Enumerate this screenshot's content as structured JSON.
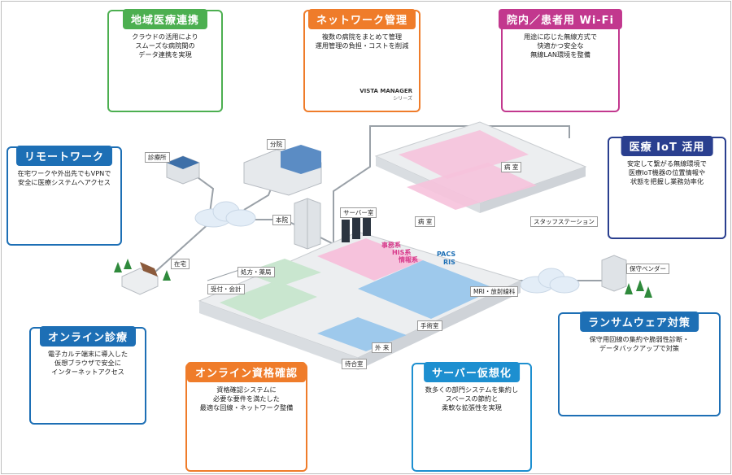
{
  "cards": {
    "regional": {
      "title": "地域医療連携",
      "desc": "クラウドの活用により\nスムーズな病院間の\nデータ連携を実現",
      "color": "#4caf50"
    },
    "network": {
      "title": "ネットワーク管理",
      "desc": "複数の病院をまとめて管理\n運用管理の負担・コストを削減",
      "color": "#ef7c2a",
      "logo": "VISTA MANAGER",
      "logo_sub": "シリーズ"
    },
    "wifi": {
      "title": "院内／患者用 Wi-Fi",
      "desc": "用途に応じた無線方式で\n快適かつ安全な\n無線LAN環境を整備",
      "color": "#c2388e"
    },
    "remote": {
      "title": "リモートワーク",
      "desc": "在宅ワークや外出先でもVPNで\n安全に医療システムへアクセス",
      "color": "#1d6fb5"
    },
    "iot": {
      "title": "医療 IoT 活用",
      "desc": "安定して繋がる無線環境で\n医療IoT機器の位置情報や\n状態を把握し業務効率化",
      "color": "#2a3f8f"
    },
    "online_care": {
      "title": "オンライン診療",
      "desc": "電子カルテ端末に導入した\n仮想ブラウザで安全に\nインターネットアクセス",
      "color": "#1d6fb5"
    },
    "qualification": {
      "title": "オンライン資格確認",
      "desc": "資格確認システムに\n必要な要件を満たした\n最適な回線・ネットワーク整備",
      "color": "#ef7c2a"
    },
    "virtualization": {
      "title": "サーバー仮想化",
      "desc": "数多くの部門システムを集約し\nスペースの節約と\n柔軟な拡張性を実現",
      "color": "#1d8fd0"
    },
    "ransomware": {
      "title": "ランサムウェア対策",
      "desc": "保守用回線の集約や脆弱性診断・\nデータバックアップで対策",
      "color": "#1d6fb5"
    }
  },
  "labels": {
    "clinic": "診療所",
    "branch": "分院",
    "main": "本院",
    "home": "在宅",
    "server_room": "サーバー室",
    "ward1": "病 室",
    "ward2": "病 室",
    "staff_station": "スタッフステーション",
    "pharmacy": "処方・薬局",
    "reception": "受付・会計",
    "mri": "MRI・放射線科",
    "surgery": "手術室",
    "outpatient": "外 来",
    "waiting": "待合室",
    "vendor": "保守ベンダー"
  },
  "systems": {
    "erp": "事務系",
    "his": "HIS系",
    "info": "情報系",
    "pacs": "PACS",
    "ris": "RIS"
  },
  "colors": {
    "floor": "#eceef0",
    "pink": "#f6c2dc",
    "blue": "#9ec9ec",
    "green": "#c9e6cf",
    "cloud": "#e3edf7",
    "line": "#9aa1a8"
  }
}
